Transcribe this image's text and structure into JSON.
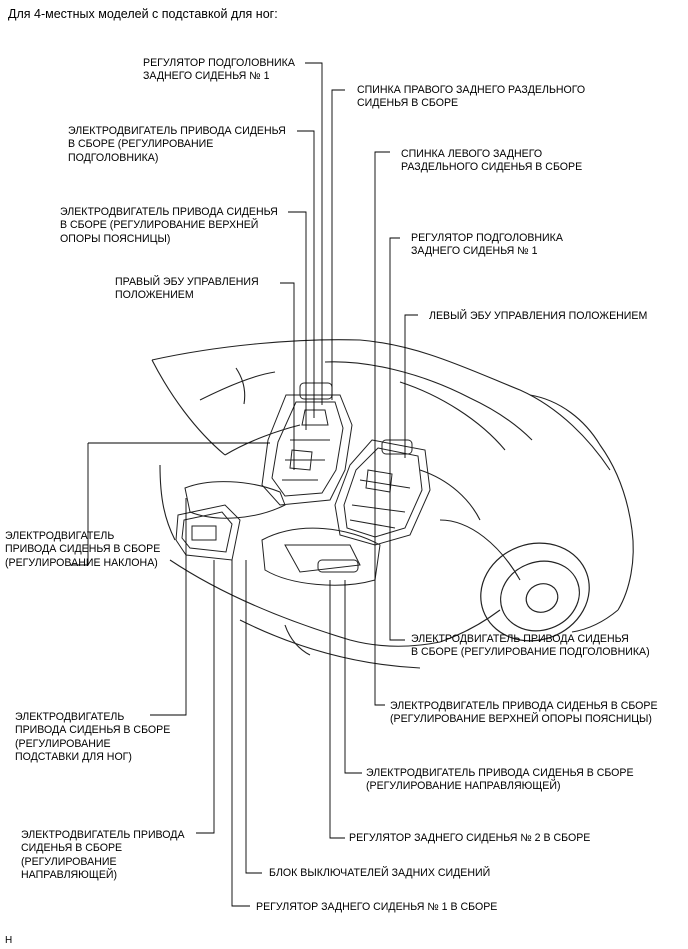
{
  "title": "Для 4-местных моделей с подставкой для ног:",
  "labels": {
    "l1": "РЕГУЛЯТОР ПОДГОЛОВНИКА\nЗАДНЕГО СИДЕНЬЯ № 1",
    "l2": "ЭЛЕКТРОДВИГАТЕЛЬ ПРИВОДА СИДЕНЬЯ\nВ СБОРЕ (РЕГУЛИРОВАНИЕ\nПОДГОЛОВНИКА)",
    "l3": "ЭЛЕКТРОДВИГАТЕЛЬ ПРИВОДА СИДЕНЬЯ\nВ СБОРЕ (РЕГУЛИРОВАНИЕ ВЕРХНЕЙ\nОПОРЫ ПОЯСНИЦЫ)",
    "l4": "ПРАВЫЙ ЭБУ УПРАВЛЕНИЯ\nПОЛОЖЕНИЕМ",
    "l5": "ЭЛЕКТРОДВИГАТЕЛЬ\nПРИВОДА СИДЕНЬЯ В СБОРЕ\n(РЕГУЛИРОВАНИЕ НАКЛОНА)",
    "l6": "ЭЛЕКТРОДВИГАТЕЛЬ\nПРИВОДА СИДЕНЬЯ В СБОРЕ\n(РЕГУЛИРОВАНИЕ\nПОДСТАВКИ ДЛЯ НОГ)",
    "l7": "ЭЛЕКТРОДВИГАТЕЛЬ ПРИВОДА\nСИДЕНЬЯ В СБОРЕ\n(РЕГУЛИРОВАНИЕ\nНАПРАВЛЯЮЩЕЙ)",
    "r1": "СПИНКА ПРАВОГО ЗАДНЕГО РАЗДЕЛЬНОГО\nСИДЕНЬЯ В СБОРЕ",
    "r2": "СПИНКА ЛЕВОГО ЗАДНЕГО\nРАЗДЕЛЬНОГО СИДЕНЬЯ В СБОРЕ",
    "r3": "РЕГУЛЯТОР ПОДГОЛОВНИКА\nЗАДНЕГО СИДЕНЬЯ № 1",
    "r4": "ЛЕВЫЙ ЭБУ УПРАВЛЕНИЯ ПОЛОЖЕНИЕМ",
    "b1": "ЭЛЕКТРОДВИГАТЕЛЬ ПРИВОДА СИДЕНЬЯ\nВ СБОРЕ (РЕГУЛИРОВАНИЕ ПОДГОЛОВНИКА)",
    "b2": "ЭЛЕКТРОДВИГАТЕЛЬ ПРИВОДА СИДЕНЬЯ В СБОРЕ\n(РЕГУЛИРОВАНИЕ ВЕРХНЕЙ ОПОРЫ ПОЯСНИЦЫ)",
    "b3": "ЭЛЕКТРОДВИГАТЕЛЬ ПРИВОДА СИДЕНЬЯ В СБОРЕ\n(РЕГУЛИРОВАНИЕ НАПРАВЛЯЮЩЕЙ)",
    "b4": "РЕГУЛЯТОР ЗАДНЕГО СИДЕНЬЯ № 2 В СБОРЕ",
    "b5": "БЛОК ВЫКЛЮЧАТЕЛЕЙ ЗАДНИХ СИДЕНИЙ",
    "b6": "РЕГУЛЯТОР ЗАДНЕГО СИДЕНЬЯ № 1 В СБОРЕ"
  },
  "footer": "H"
}
